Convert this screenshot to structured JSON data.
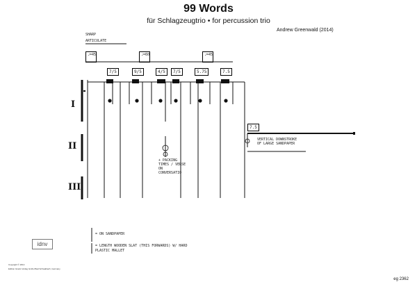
{
  "header": {
    "title": "99 Words",
    "subtitle": "für Schlagzeugtrio • for percussion trio",
    "composer": "Andrew Greenwald (2014)"
  },
  "performance_notes": {
    "sharp": "SHARP",
    "articulate": "ARTICULATE"
  },
  "tempos": [
    "♩=45",
    "♩=60",
    "♩=45"
  ],
  "meters": [
    "7/5",
    "9/5",
    "4/5",
    "7/5",
    "5.75",
    "7.5",
    "7.5"
  ],
  "player_labels": [
    "I",
    "II",
    "III"
  ],
  "annotations": {
    "bell_note": "+ PACKING TIMES / VERSE ON CONVERSATIO",
    "right_note": "VERTICAL DOWNSTROKE OF LARGE SANDPAPER",
    "legend_1": "= ON SANDPAPER",
    "legend_2": "= LENGTH WOODEN SLAT (THIS FORWARDS) W/ HARD PLASTIC MALLET"
  },
  "logo": "idnv",
  "copyright": {
    "line1": "Copyright © 2014",
    "line2": "Edition Gravis Verlag GmbH Bad Schwalbach, Germany"
  },
  "catalogue_number": "eg 2362",
  "colors": {
    "ink": "#111111",
    "background": "#ffffff"
  }
}
